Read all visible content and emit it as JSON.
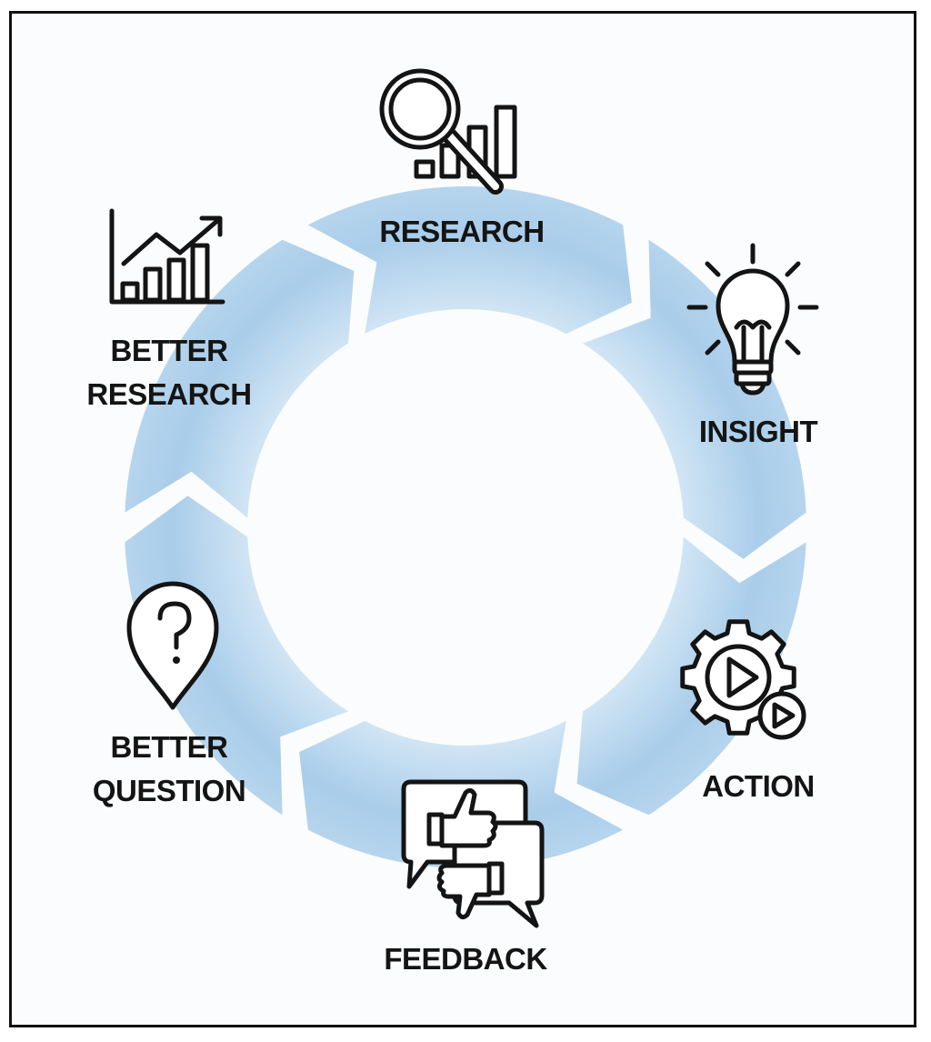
{
  "diagram": {
    "type": "cycle",
    "ring_color": "#a9cdea",
    "steps": [
      {
        "label": "RESEARCH",
        "icon": "magnifier-bar-chart-icon"
      },
      {
        "label": "INSIGHT",
        "icon": "lightbulb-icon"
      },
      {
        "label": "ACTION",
        "icon": "gear-play-icon"
      },
      {
        "label": "FEEDBACK",
        "icon": "thumbs-up-down-chat-icon"
      },
      {
        "label_line1": "BETTER",
        "label_line2": "QUESTION",
        "icon": "question-pin-icon"
      },
      {
        "label_line1": "BETTER",
        "label_line2": "RESEARCH",
        "icon": "trend-chart-icon"
      }
    ]
  }
}
